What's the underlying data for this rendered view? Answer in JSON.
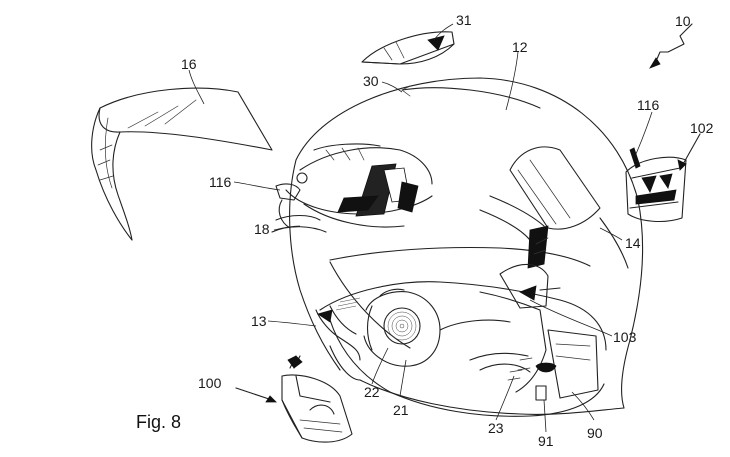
{
  "figure": {
    "caption": "Fig.  8",
    "reference_numerals": {
      "n10": "10",
      "n12": "12",
      "n13": "13",
      "n14": "14",
      "n16": "16",
      "n18": "18",
      "n21": "21",
      "n22": "22",
      "n23": "23",
      "n30": "30",
      "n31": "31",
      "n90": "90",
      "n91": "91",
      "n100": "100",
      "n102": "102",
      "n103": "103",
      "n116a": "116",
      "n116b": "116"
    }
  }
}
